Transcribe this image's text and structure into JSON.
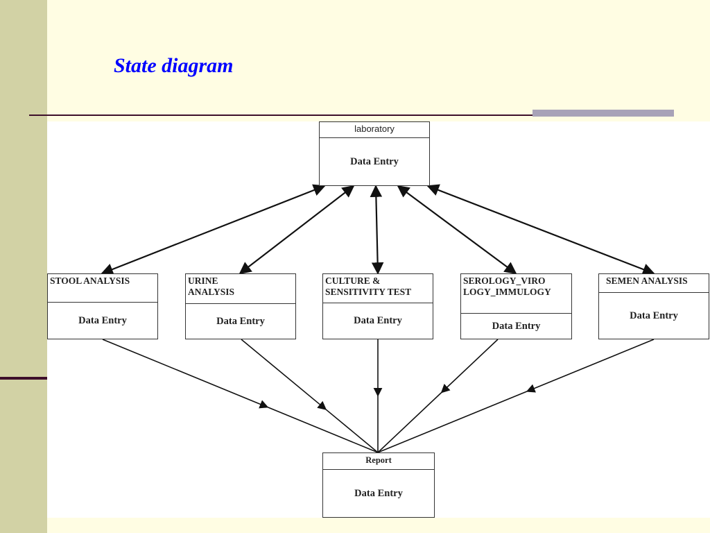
{
  "slide": {
    "title": "State diagram"
  },
  "diagram": {
    "nodes": [
      {
        "id": "laboratory",
        "header": "laboratory",
        "body": "Data Entry"
      },
      {
        "id": "stool",
        "header": "STOOL ANALYSIS",
        "body": "Data Entry"
      },
      {
        "id": "urine",
        "header": "URINE\nANALYSIS",
        "body": "Data Entry"
      },
      {
        "id": "culture",
        "header": "CULTURE &\nSENSITIVITY TEST",
        "body": "Data Entry"
      },
      {
        "id": "serology",
        "header": "SEROLOGY_VIRO\nLOGY_IMMULOGY",
        "body": "Data Entry"
      },
      {
        "id": "semen",
        "header": "SEMEN ANALYSIS",
        "body": "Data Entry"
      },
      {
        "id": "report",
        "header": "Report",
        "body": "Data Entry"
      }
    ],
    "edges": [
      {
        "from": "laboratory",
        "to": "stool",
        "bidirectional": true
      },
      {
        "from": "laboratory",
        "to": "urine",
        "bidirectional": true
      },
      {
        "from": "laboratory",
        "to": "culture",
        "bidirectional": true
      },
      {
        "from": "laboratory",
        "to": "serology",
        "bidirectional": true
      },
      {
        "from": "laboratory",
        "to": "semen",
        "bidirectional": true
      },
      {
        "from": "stool",
        "to": "report",
        "bidirectional": false
      },
      {
        "from": "urine",
        "to": "report",
        "bidirectional": false
      },
      {
        "from": "culture",
        "to": "report",
        "bidirectional": false
      },
      {
        "from": "serology",
        "to": "report",
        "bidirectional": false
      },
      {
        "from": "semen",
        "to": "report",
        "bidirectional": false
      }
    ]
  }
}
